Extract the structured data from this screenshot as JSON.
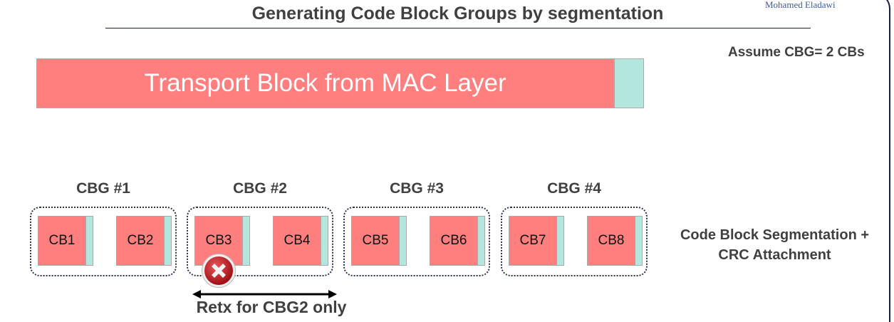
{
  "slide": {
    "author": "Mohamed Eladawi",
    "title": "Generating Code Block Groups by segmentation",
    "assumption": "Assume CBG= 2 CBs",
    "transport_block": "Transport Block from MAC Layer",
    "groups": [
      {
        "label": "CBG #1",
        "cbs": [
          "CB1",
          "CB2"
        ]
      },
      {
        "label": "CBG #2",
        "cbs": [
          "CB3",
          "CB4"
        ]
      },
      {
        "label": "CBG #3",
        "cbs": [
          "CB5",
          "CB6"
        ]
      },
      {
        "label": "CBG #4",
        "cbs": [
          "CB7",
          "CB8"
        ]
      }
    ],
    "segmentation_line1": "Code Block Segmentation +",
    "segmentation_line2": "CRC Attachment",
    "retx": "Retx for CBG2 only",
    "colors": {
      "block": "#FF7F7F",
      "crc": "#B3E6DC",
      "text": "#404040",
      "error": "#c0151b"
    }
  }
}
